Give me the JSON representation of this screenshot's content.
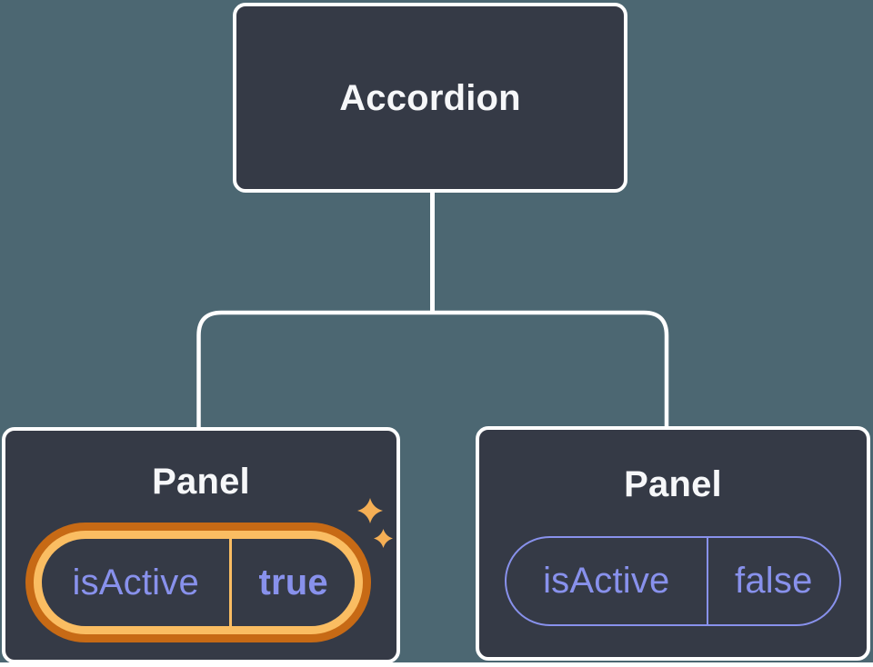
{
  "palette": {
    "backdrop": "#4C6772",
    "node_fill": "#353A46",
    "node_border": "#FFFFFF",
    "title_text": "#F6F7F9",
    "state_text": "#8891EC",
    "pill_border": "#8891EC",
    "highlight_outer": "#C76A15",
    "highlight_inner": "#FABD62",
    "sparkle": "#F5AF55",
    "connector": "#FFFFFF"
  },
  "tree": {
    "root": {
      "label": "Accordion"
    },
    "children": [
      {
        "label": "Panel",
        "state": {
          "key": "isActive",
          "value": "true",
          "highlighted": true
        },
        "icon": "sparkles-icon"
      },
      {
        "label": "Panel",
        "state": {
          "key": "isActive",
          "value": "false",
          "highlighted": false
        }
      }
    ]
  }
}
